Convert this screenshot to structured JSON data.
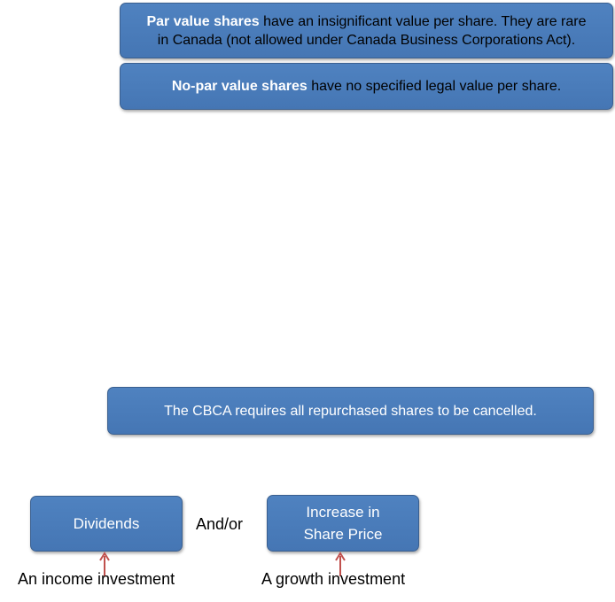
{
  "par_value": {
    "term": "Par value shares",
    "line1_rest": " have an insignificant value per share.  They are rare",
    "line2": "in Canada (not allowed under Canada Business Corporations Act)."
  },
  "no_par_value": {
    "term": "No-par value shares",
    "rest": " have no specified legal value per share."
  },
  "cbca_note": "The CBCA requires all repurchased shares to be cancelled.",
  "returns": {
    "dividends_label": "Dividends",
    "connector": "And/or",
    "price_line1": "Increase in",
    "price_line2": "Share Price",
    "income_label": "An income investment",
    "growth_label": "A growth investment"
  },
  "colors": {
    "box_fill": "#4a7ebb",
    "box_border": "#3a5f8f",
    "arrow": "#c0504d"
  }
}
